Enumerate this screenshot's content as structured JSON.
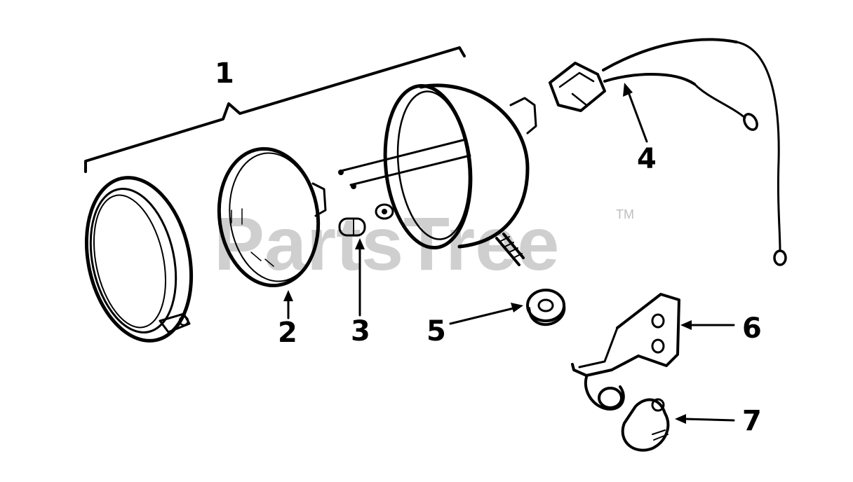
{
  "watermark": {
    "text": "PartsTree",
    "trademark": "TM"
  },
  "callouts": [
    {
      "id": "1",
      "label": "1"
    },
    {
      "id": "2",
      "label": "2"
    },
    {
      "id": "3",
      "label": "3"
    },
    {
      "id": "4",
      "label": "4"
    },
    {
      "id": "5",
      "label": "5"
    },
    {
      "id": "6",
      "label": "6"
    },
    {
      "id": "7",
      "label": "7"
    }
  ]
}
